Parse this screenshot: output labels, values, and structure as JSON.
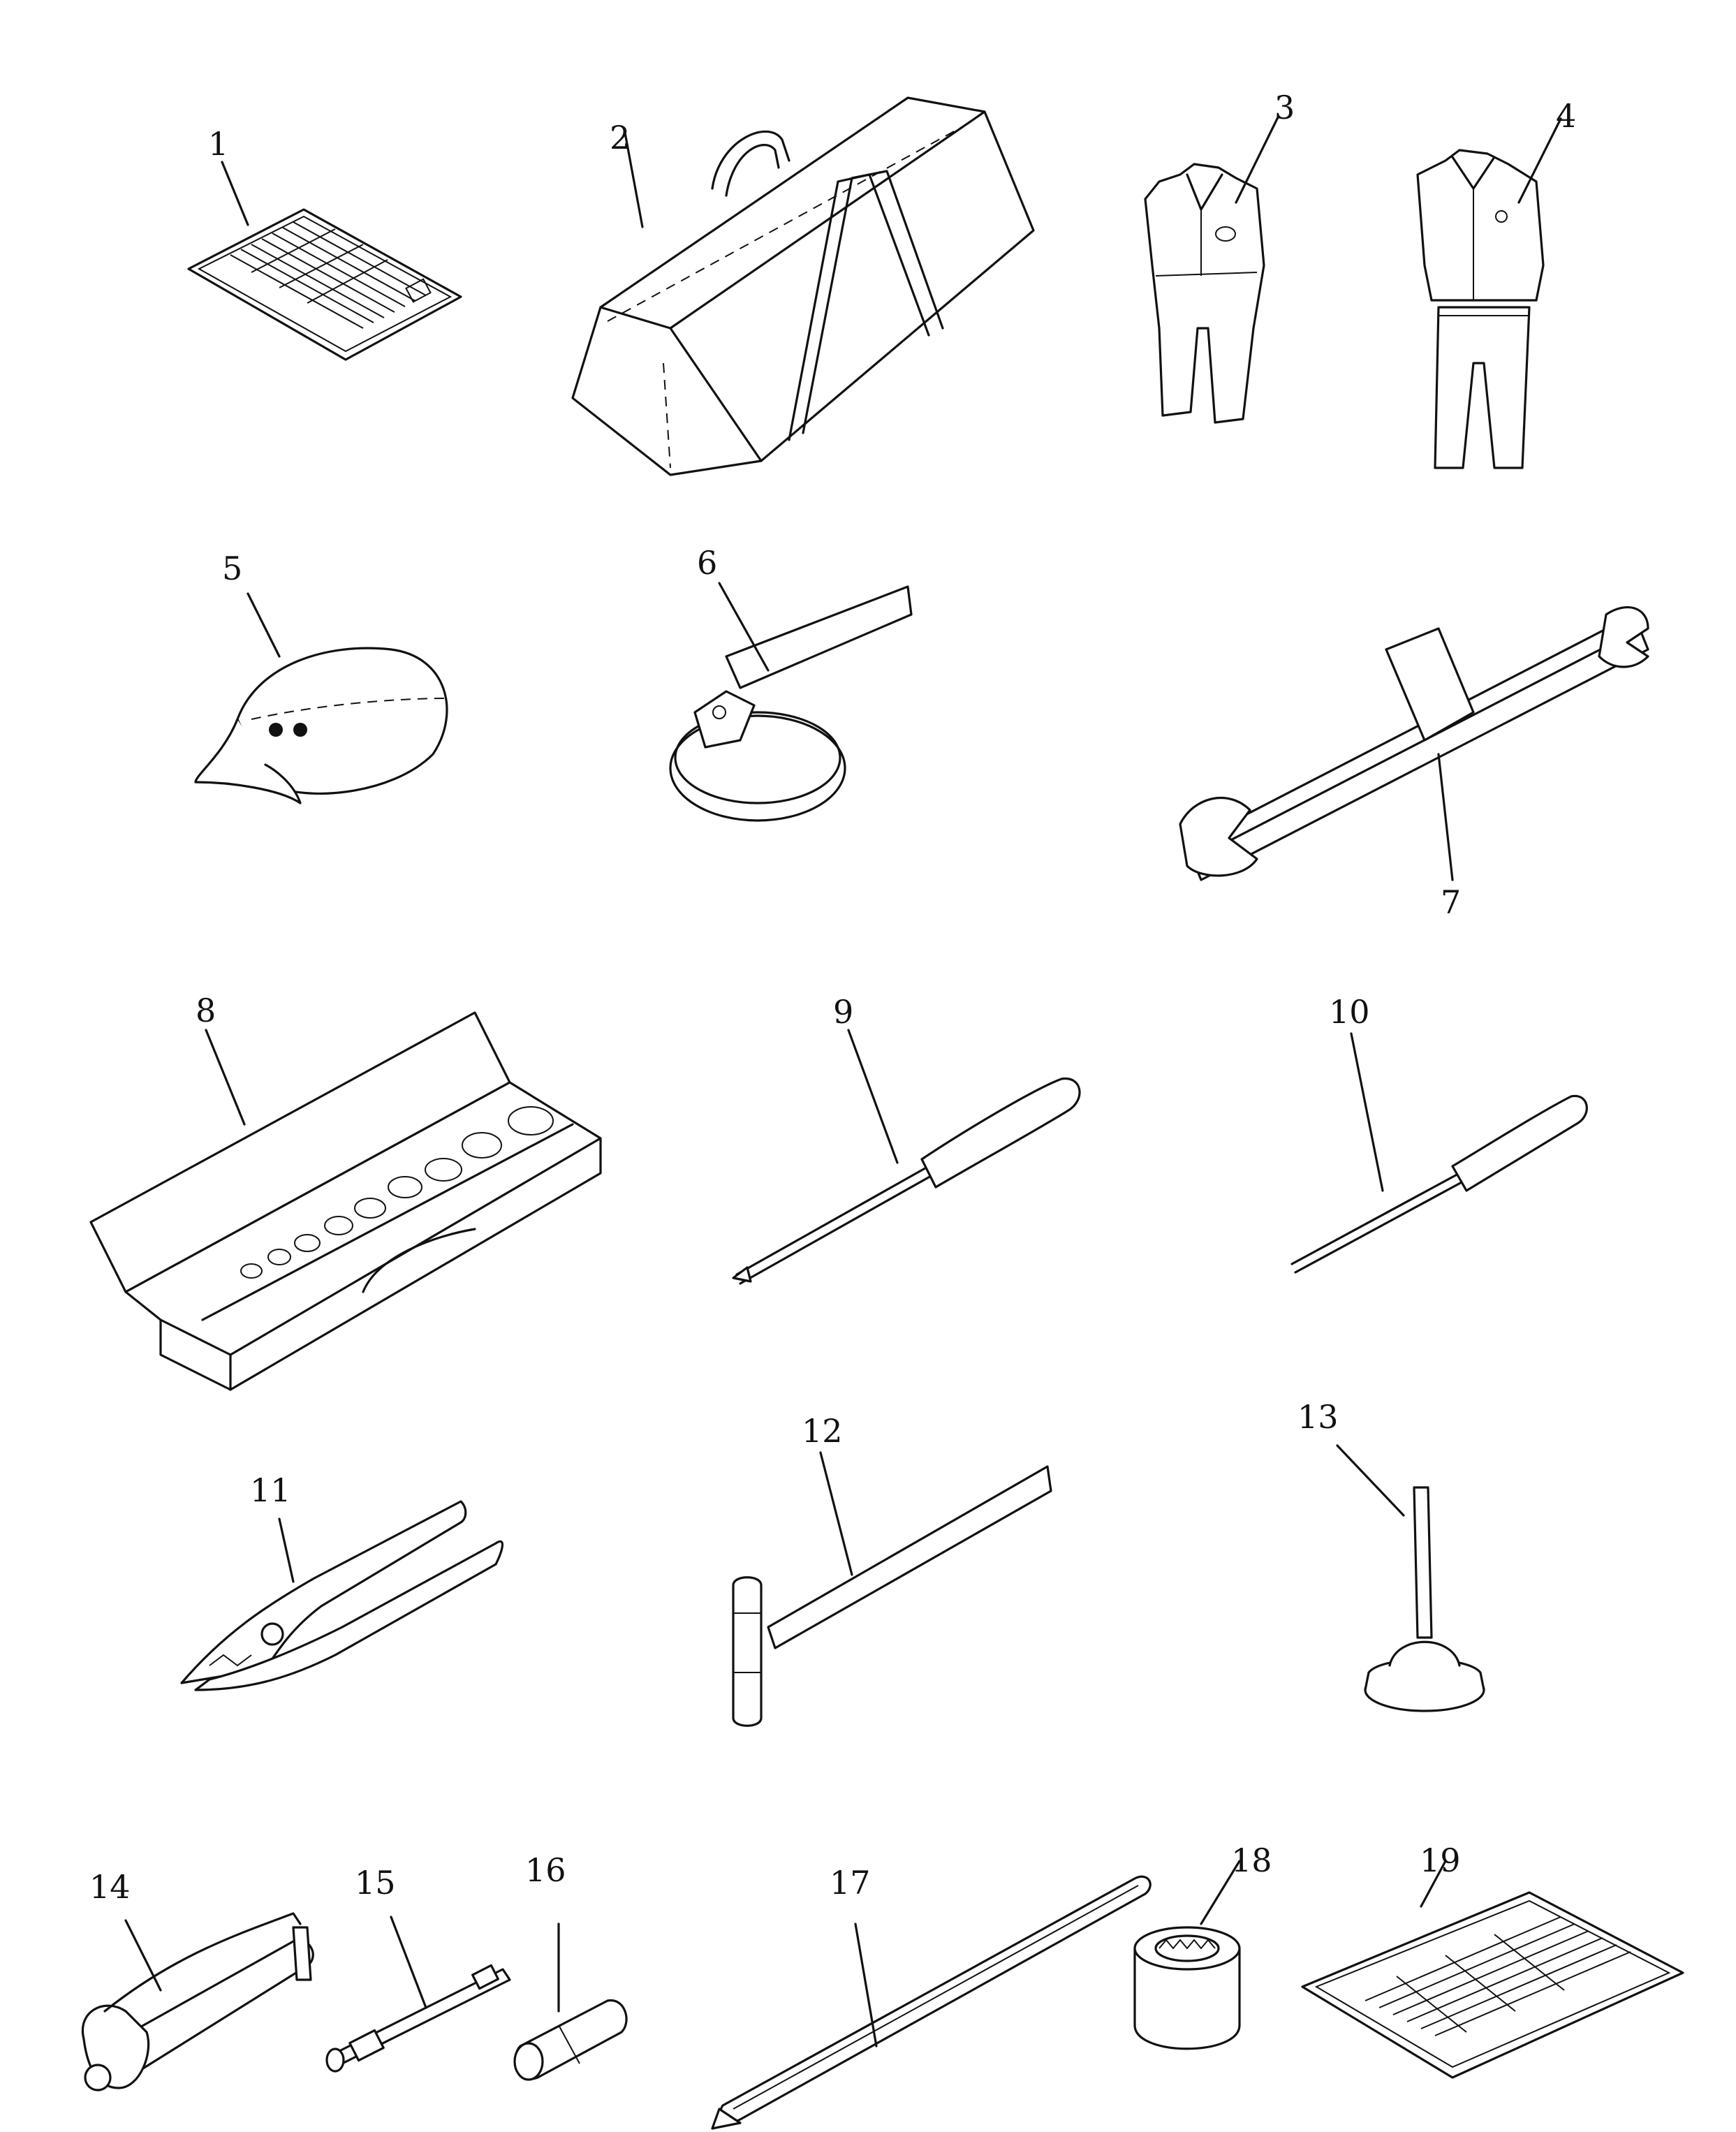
{
  "callouts": [
    {
      "id": "1",
      "text": "1",
      "part": "manual-sheet"
    },
    {
      "id": "2",
      "text": "2",
      "part": "tool-bag"
    },
    {
      "id": "3",
      "text": "3",
      "part": "coveralls"
    },
    {
      "id": "4",
      "text": "4",
      "part": "work-uniform"
    },
    {
      "id": "5",
      "text": "5",
      "part": "cap"
    },
    {
      "id": "6",
      "text": "6",
      "part": "filter-wrench"
    },
    {
      "id": "7",
      "text": "7",
      "part": "wrench-set"
    },
    {
      "id": "8",
      "text": "8",
      "part": "socket-set-case"
    },
    {
      "id": "9",
      "text": "9",
      "part": "screwdriver-large"
    },
    {
      "id": "10",
      "text": "10",
      "part": "screwdriver-small"
    },
    {
      "id": "11",
      "text": "11",
      "part": "pliers"
    },
    {
      "id": "12",
      "text": "12",
      "part": "hammer"
    },
    {
      "id": "13",
      "text": "13",
      "part": "oil-can"
    },
    {
      "id": "14",
      "text": "14",
      "part": "grease-gun"
    },
    {
      "id": "15",
      "text": "15",
      "part": "grease-nozzle"
    },
    {
      "id": "16",
      "text": "16",
      "part": "socket-small"
    },
    {
      "id": "17",
      "text": "17",
      "part": "pry-bar"
    },
    {
      "id": "18",
      "text": "18",
      "part": "socket-12-point"
    },
    {
      "id": "19",
      "text": "19",
      "part": "parts-list-sheet"
    }
  ],
  "colors": {
    "line": "#111111",
    "background": "#ffffff"
  }
}
